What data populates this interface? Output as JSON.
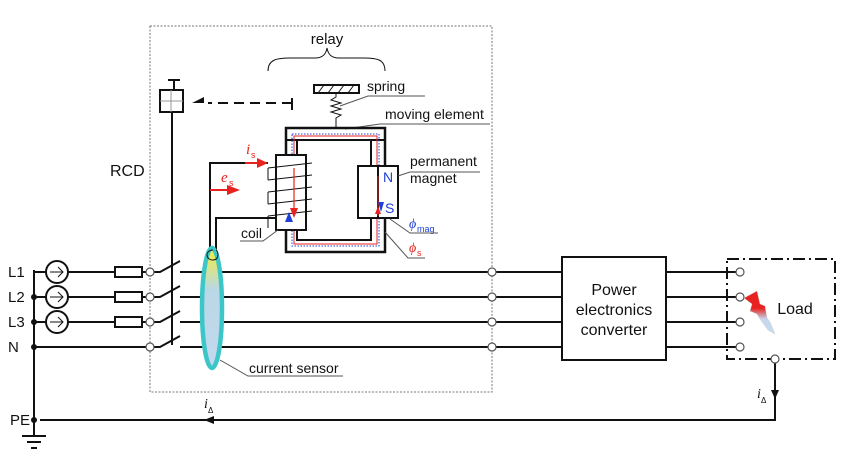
{
  "labels": {
    "relay": "relay",
    "spring": "spring",
    "moving_element": "moving element",
    "permanent_magnet_1": "permanent",
    "permanent_magnet_2": "magnet",
    "rcd": "RCD",
    "coil": "coil",
    "current_sensor": "current sensor",
    "converter_1": "Power",
    "converter_2": "electronics",
    "converter_3": "converter",
    "load": "Load",
    "north": "N",
    "south": "S"
  },
  "lines": [
    "L1",
    "L2",
    "L3",
    "N"
  ],
  "pe": "PE",
  "symbols": {
    "is_main": "i",
    "is_sub": "s",
    "es_main": "e",
    "es_sub": "s",
    "phi_mag_main": "ϕ",
    "phi_mag_sub": "mag",
    "phi_s_main": "ϕ",
    "phi_s_sub": "s",
    "idelta_main": "i",
    "idelta_sub": "Δ"
  },
  "colors": {
    "red": "#e8231f",
    "blue": "#1f3fd6",
    "sensor": "#3cc6c8"
  }
}
